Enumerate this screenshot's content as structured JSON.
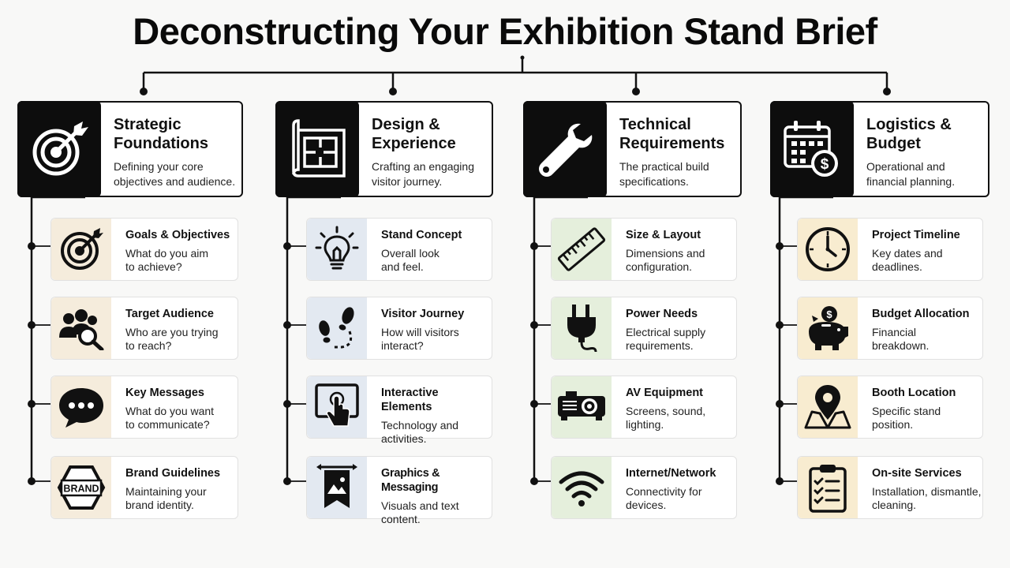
{
  "title": "Deconstructing Your Exhibition Stand Brief",
  "colors": {
    "beige": "#f5ecdc",
    "blue": "#e3e9f1",
    "green": "#e5efdc",
    "yellow": "#f8ecd0",
    "dark": "#0d0d0d"
  },
  "columns": [
    {
      "title": "Strategic Foundations",
      "subtitle": "Defining your core objectives and audience.",
      "icon": "target-icon",
      "items": [
        {
          "title": "Goals & Objectives",
          "desc": "What do you aim to achieve?",
          "icon": "target-icon"
        },
        {
          "title": "Target Audience",
          "desc": "Who are you trying to reach?",
          "icon": "audience-search-icon"
        },
        {
          "title": "Key Messages",
          "desc": "What do you want to communicate?",
          "icon": "chat-bubble-icon"
        },
        {
          "title": "Brand Guidelines",
          "desc": "Maintaining your brand identity.",
          "icon": "brand-badge-icon",
          "badge": "BRAND"
        }
      ]
    },
    {
      "title": "Design & Experience",
      "subtitle": "Crafting an engaging visitor journey.",
      "icon": "blueprint-icon",
      "items": [
        {
          "title": "Stand Concept",
          "desc": "Overall look and feel.",
          "icon": "lightbulb-icon"
        },
        {
          "title": "Visitor Journey",
          "desc": "How will visitors interact?",
          "icon": "footsteps-icon"
        },
        {
          "title": "Interactive Elements",
          "desc": "Technology and activities.",
          "icon": "touchscreen-icon"
        },
        {
          "title": "Graphics & Messaging",
          "desc": "Visuals and text content.",
          "icon": "banner-icon"
        }
      ]
    },
    {
      "title": "Technical Requirements",
      "subtitle": "The practical build specifications.",
      "icon": "wrench-icon",
      "items": [
        {
          "title": "Size & Layout",
          "desc": "Dimensions and configuration.",
          "icon": "ruler-icon"
        },
        {
          "title": "Power Needs",
          "desc": "Electrical supply requirements.",
          "icon": "plug-icon"
        },
        {
          "title": "AV Equipment",
          "desc": "Screens, sound, lighting.",
          "icon": "projector-icon"
        },
        {
          "title": "Internet/Network",
          "desc": "Connectivity for devices.",
          "icon": "wifi-icon"
        }
      ]
    },
    {
      "title": "Logistics & Budget",
      "subtitle": "Operational and financial planning.",
      "icon": "calendar-dollar-icon",
      "items": [
        {
          "title": "Project Timeline",
          "desc": "Key dates and deadlines.",
          "icon": "clock-icon"
        },
        {
          "title": "Budget Allocation",
          "desc": "Financial breakdown.",
          "icon": "piggy-bank-icon"
        },
        {
          "title": "Booth Location",
          "desc": "Specific stand position.",
          "icon": "map-pin-icon"
        },
        {
          "title": "On-site Services",
          "desc": "Installation, dismantle, cleaning.",
          "icon": "clipboard-checklist-icon"
        }
      ]
    }
  ]
}
